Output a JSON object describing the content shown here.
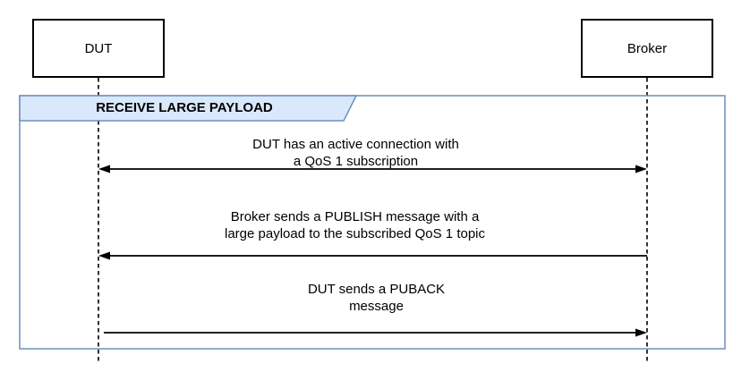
{
  "diagram": {
    "frame_title": "RECEIVE LARGE PAYLOAD",
    "actors": [
      {
        "name": "DUT"
      },
      {
        "name": "Broker"
      }
    ],
    "messages": [
      {
        "line1": "DUT has an active connection with",
        "line2": "a QoS 1 subscription",
        "direction": "bidirectional"
      },
      {
        "line1": "Broker sends a PUBLISH message with a",
        "line2": "large payload to the subscribed QoS 1 topic",
        "direction": "broker-to-dut"
      },
      {
        "line1": "DUT sends a PUBACK",
        "line2": "message",
        "direction": "dut-to-broker"
      }
    ],
    "colors": {
      "banner_fill": "#dae8fc",
      "banner_border": "#6c8ebf",
      "frame_border": "#6c8ebf",
      "line": "#000000",
      "background": "#ffffff"
    }
  }
}
